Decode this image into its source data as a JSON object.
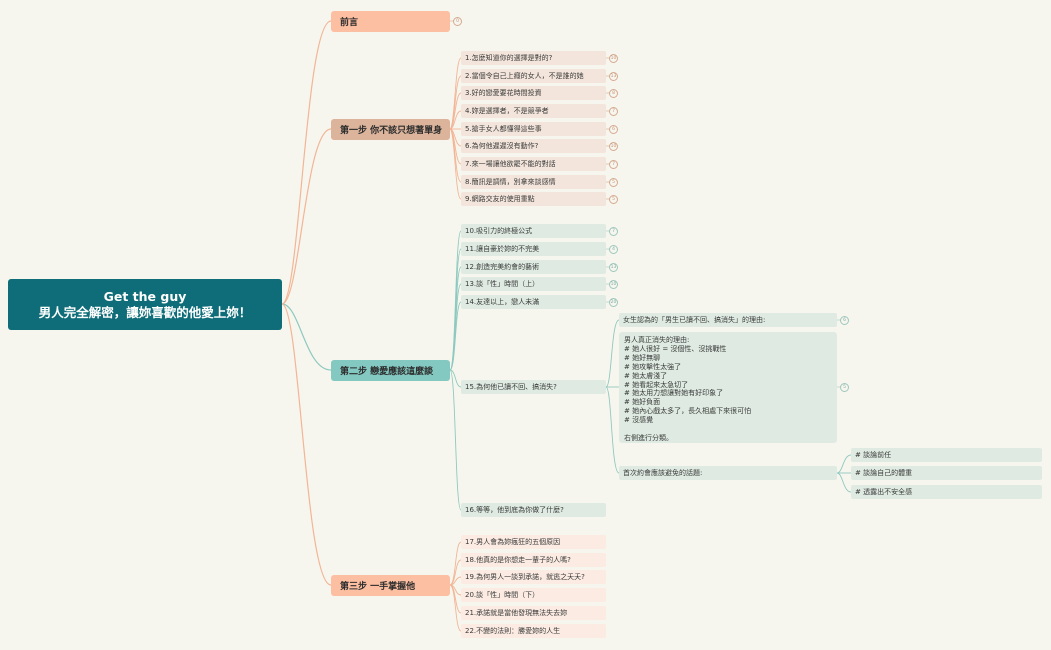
{
  "root": {
    "line1": "Get the guy",
    "line2": "男人完全解密，讓妳喜歡的他愛上妳！"
  },
  "branches": [
    {
      "label": "前言",
      "children": []
    },
    {
      "label": "第一步 你不該只想著單身",
      "children": [
        "1.怎麼知道你的選擇是對的?",
        "2.當個令自己上癮的女人，不是誰的她",
        "3.好的戀愛要花時間投資",
        "4.妳是選擇者，不是競爭者",
        "5.搶手女人都懂得這些事",
        "6.為何他遲遲沒有動作?",
        "7.來一場讓他欲罷不能的對話",
        "8.簡訊是調情，別拿來談感情",
        "9.網路交友的使用重點"
      ]
    },
    {
      "label": "第二步 戀愛應該這麼談",
      "children": [
        "10.吸引力的終極公式",
        "11.讓自豪於妳的不完美",
        "12.創造完美約會的藝術",
        "13.談「性」時間（上）",
        "14.友達以上，戀人未滿",
        "15.為何他已讀不回、搞消失?",
        "16.等等，他到底為你做了什麼?"
      ]
    },
    {
      "label": "第三步 一手掌握他",
      "children": [
        "17.男人會為妳瘋狂的五個原因",
        "18.他真的是你想走一輩子的人嗎?",
        "19.為何男人一談到承諾，就逃之夭夭?",
        "20.談「性」時間（下）",
        "21.承諾就是當他發現無法失去妳",
        "22.不變的法則：勝愛妳的人生"
      ]
    }
  ],
  "sub15": {
    "reason_female": "女生認為的「男生已讀不回、搞消失」的理由:",
    "reason_true_lines": [
      "男人真正消失的理由:",
      "# 她人很好 = 沒個性、沒挑戰性",
      "# 她好無聊",
      "# 她攻擊性太強了",
      "# 她太膚淺了",
      "# 她看起來太急切了",
      "# 她太用力想讓對她有好印象了",
      "# 她好負面",
      "# 她內心戲太多了，長久相處下來很可怕",
      "# 沒感覺",
      "",
      "右側進行分類。"
    ],
    "first_date": "首次約會應該避免的話題:",
    "first_date_items": [
      "# 談論前任",
      "# 談論自己的體重",
      "# 透露出不安全感"
    ]
  },
  "counters": {
    "intro": "0",
    "step1": [
      "10",
      "13",
      "8",
      "7",
      "6",
      "10",
      "7",
      "5",
      "5"
    ],
    "step2": [
      "7",
      "4",
      "13",
      "10",
      "20"
    ],
    "sub15": [
      "6",
      "5"
    ]
  },
  "colors": {
    "root": "#0e6d78",
    "intro": "#fcbfa2",
    "step1": "#dbb49b",
    "step2": "#84c9c1",
    "step3": "#fcbfa2",
    "line_peach": "#f2b596",
    "line_teal": "#8ec9c0"
  }
}
